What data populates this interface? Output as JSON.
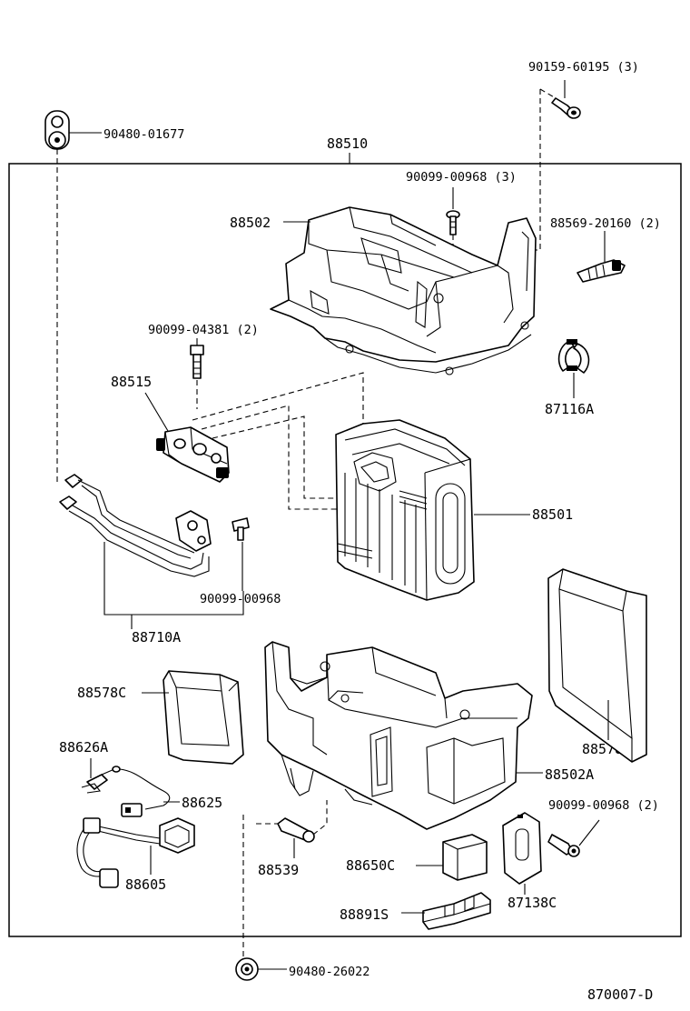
{
  "labels": {
    "p90159": "90159-60195 (3)",
    "p90480a": "90480-01677",
    "p88510": "88510",
    "p90099a": "90099-00968 (3)",
    "p88502": "88502",
    "p88569": "88569-20160 (2)",
    "p90099b": "90099-04381 (2)",
    "p88515": "88515",
    "p87116": "87116A",
    "p88501": "88501",
    "p90099c": "90099-00968",
    "p88710": "88710A",
    "p88578c": "88578C",
    "p88578b": "88578B",
    "p88626": "88626A",
    "p88625": "88625",
    "p88502a": "88502A",
    "p90099d": "90099-00968 (2)",
    "p88605": "88605",
    "p88539": "88539",
    "p88650": "88650C",
    "p87138": "87138C",
    "p88891": "88891S",
    "p90480b": "90480-26022",
    "figcode": "870007-D"
  }
}
